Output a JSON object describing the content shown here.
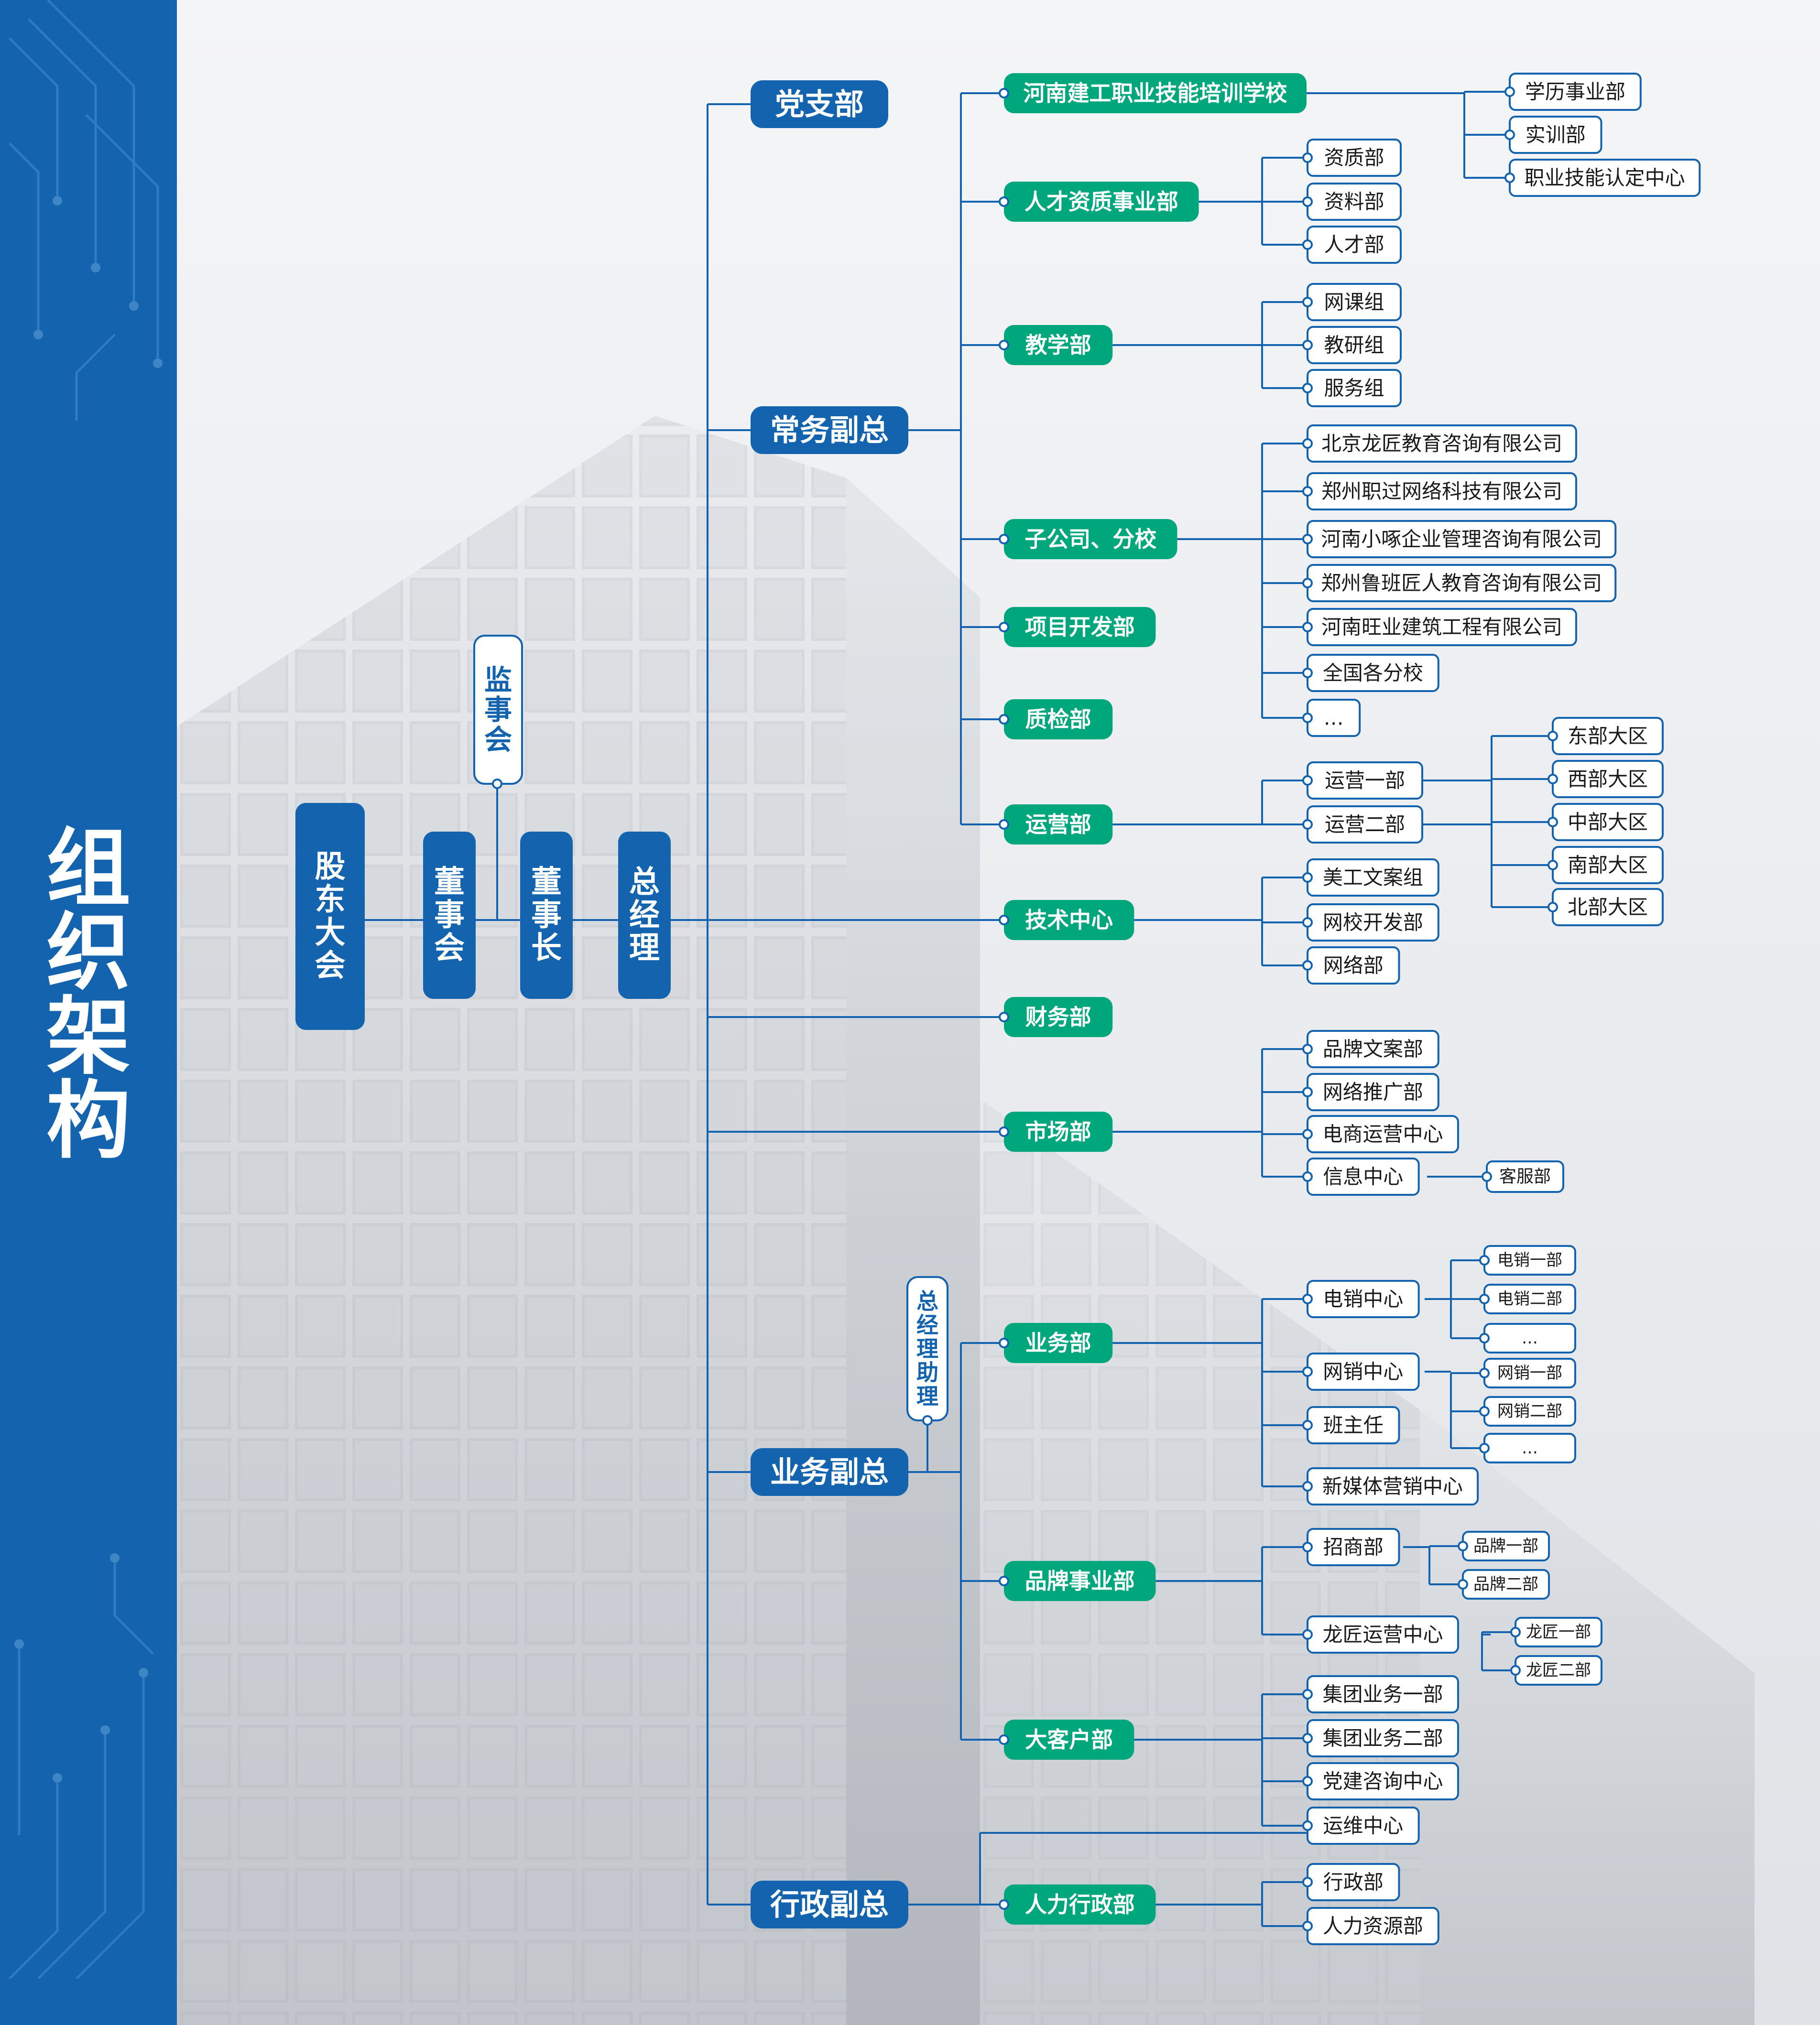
{
  "title": "组织架构",
  "colors": {
    "sidebar": "#1463ae",
    "executive": "#1463ae",
    "vice": "#1463ae",
    "department": "#00a77c",
    "sub_border": "#1463ae",
    "line": "#1463ae"
  },
  "executives": {
    "shareholders": "股东大会",
    "board": "董事会",
    "chairman": "董事长",
    "gm": "总经理",
    "supervisors": "监事会",
    "gm_assistant": "总经理助理"
  },
  "vice_presidents": {
    "party": "党支部",
    "executive_vp": "常务副总",
    "business_vp": "业务副总",
    "admin_vp": "行政副总"
  },
  "departments": {
    "henan_school": "河南建工职业技能培训学校",
    "talent": "人才资质事业部",
    "teaching": "教学部",
    "subsidiaries": "子公司、分校",
    "project_dev": "项目开发部",
    "quality": "质检部",
    "operations": "运营部",
    "tech": "技术中心",
    "finance": "财务部",
    "market": "市场部",
    "business": "业务部",
    "brand": "品牌事业部",
    "key_account": "大客户部",
    "hr_admin": "人力行政部"
  },
  "subunits": {
    "school": [
      "学历事业部",
      "实训部",
      "职业技能认定中心"
    ],
    "talent": [
      "资质部",
      "资料部",
      "人才部"
    ],
    "teaching": [
      "网课组",
      "教研组",
      "服务组"
    ],
    "subsidiaries": [
      "北京龙匠教育咨询有限公司",
      "郑州职过网络科技有限公司",
      "河南小啄企业管理咨询有限公司",
      "郑州鲁班匠人教育咨询有限公司",
      "河南旺业建筑工程有限公司",
      "全国各分校",
      "…"
    ],
    "operations": [
      "运营一部",
      "运营二部"
    ],
    "regions": [
      "东部大区",
      "西部大区",
      "中部大区",
      "南部大区",
      "北部大区"
    ],
    "tech": [
      "美工文案组",
      "网校开发部",
      "网络部"
    ],
    "market": [
      "品牌文案部",
      "网络推广部",
      "电商运营中心",
      "信息中心"
    ],
    "info_sub": "客服部",
    "business": [
      "电销中心",
      "网销中心",
      "班主任",
      "新媒体营销中心"
    ],
    "tele": [
      "电销一部",
      "电销二部",
      "…"
    ],
    "online": [
      "网销一部",
      "网销二部",
      "…"
    ],
    "brand": [
      "招商部",
      "龙匠运营中心"
    ],
    "investment": [
      "品牌一部",
      "品牌二部"
    ],
    "longjiang": [
      "龙匠一部",
      "龙匠二部"
    ],
    "key_account": [
      "集团业务一部",
      "集团业务二部",
      "党建咨询中心",
      "运维中心"
    ],
    "hr": [
      "行政部",
      "人力资源部"
    ]
  }
}
